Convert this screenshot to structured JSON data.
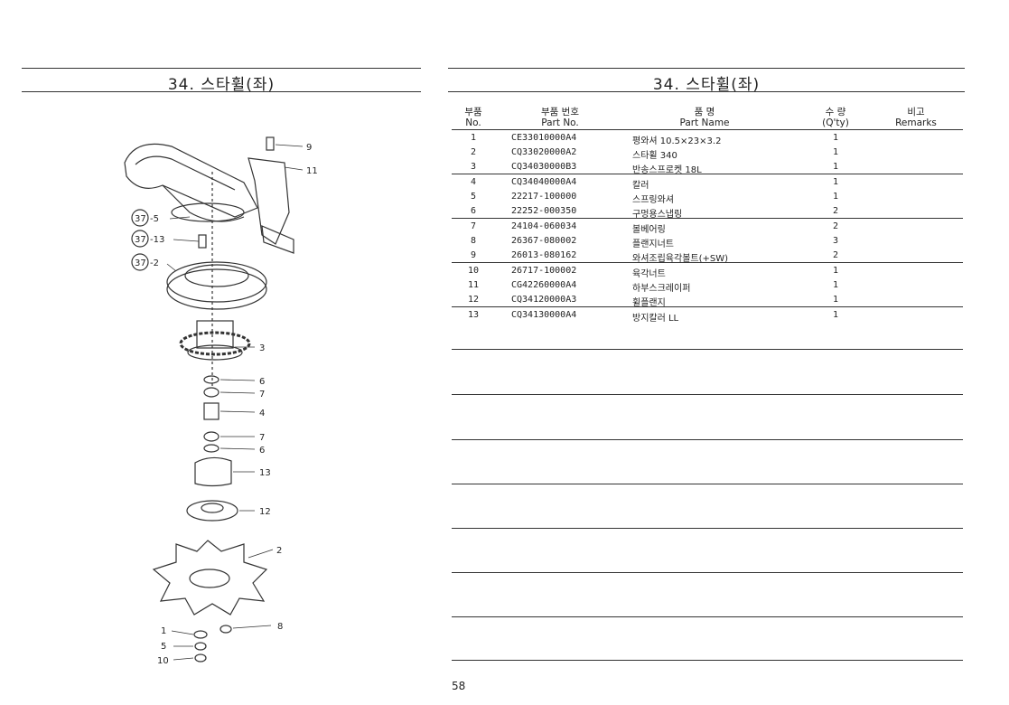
{
  "left_title": "34. 스타휠(좌)",
  "right_title": "34. 스타휠(좌)",
  "headers": {
    "no_ko": "부품",
    "no_en": "No.",
    "pn_ko": "부품 번호",
    "pn_en": "Part No.",
    "name_ko": "품 명",
    "name_en": "Part Name",
    "qty_ko": "수 량",
    "qty_en": "(Q'ty)",
    "rem_ko": "비고",
    "rem_en": "Remarks"
  },
  "parts": [
    {
      "no": "1",
      "pn": "CE33010000A4",
      "name": "평와셔 10.5×23×3.2",
      "qty": "1"
    },
    {
      "no": "2",
      "pn": "CQ33020000A2",
      "name": "스타휠 340",
      "qty": "1"
    },
    {
      "no": "3",
      "pn": "CQ34030000B3",
      "name": "반송스프로켓 18L",
      "qty": "1"
    },
    {
      "no": "4",
      "pn": "CQ34040000A4",
      "name": "칼러",
      "qty": "1"
    },
    {
      "no": "5",
      "pn": "22217-100000",
      "name": "스프링와셔",
      "qty": "1"
    },
    {
      "no": "6",
      "pn": "22252-000350",
      "name": "구멍용스냅링",
      "qty": "2"
    },
    {
      "no": "7",
      "pn": "24104-060034",
      "name": "볼베어링",
      "qty": "2"
    },
    {
      "no": "8",
      "pn": "26367-080002",
      "name": "플랜지너트",
      "qty": "3"
    },
    {
      "no": "9",
      "pn": "26013-080162",
      "name": "와셔조립육각볼트(+SW)",
      "qty": "2"
    },
    {
      "no": "10",
      "pn": "26717-100002",
      "name": "육각너트",
      "qty": "1"
    },
    {
      "no": "11",
      "pn": "CG42260000A4",
      "name": "하부스크레이퍼",
      "qty": "1"
    },
    {
      "no": "12",
      "pn": "CQ34120000A3",
      "name": "휠플랜지",
      "qty": "1"
    },
    {
      "no": "13",
      "pn": "CQ34130000A4",
      "name": "방지칼러 LL",
      "qty": "1"
    }
  ],
  "diagram_labels": {
    "l9": "9",
    "l11": "11",
    "l37a": "37",
    "l5": "-5",
    "l37b": "37",
    "l13": "-13",
    "l37c": "37",
    "l2a": "-2",
    "l3": "3",
    "l6a": "6",
    "l7a": "7",
    "l4": "4",
    "l7b": "7",
    "l6b": "6",
    "l13b": "13",
    "l12": "12",
    "l2b": "2",
    "l1": "1",
    "l5b": "5",
    "l10": "10",
    "l8": "8"
  },
  "page_number": "58"
}
